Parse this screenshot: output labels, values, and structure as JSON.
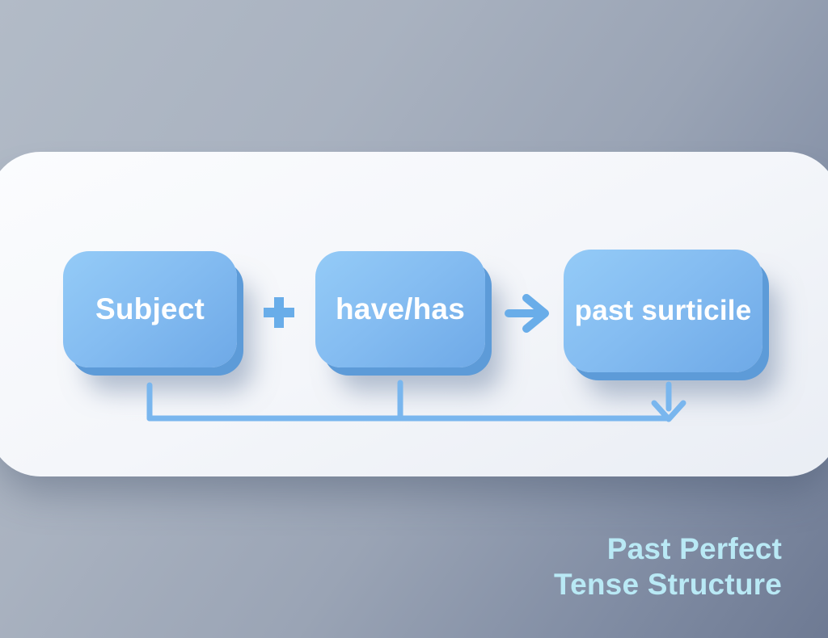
{
  "diagram": {
    "boxes": [
      {
        "id": "subject",
        "label": "Subject"
      },
      {
        "id": "auxiliary",
        "label": "have/has"
      },
      {
        "id": "participle",
        "label": "past surticile"
      }
    ],
    "operators": {
      "plus": "+",
      "arrow_right": "→",
      "arrow_down": "↓"
    },
    "caption": {
      "line1": "Past Perfect",
      "line2": "Tense Structure"
    }
  },
  "colors": {
    "background_top": "#AFB8C5",
    "background_bottom": "#6E7A93",
    "card": "#F6F8FB",
    "box_fill": "#84BCF1",
    "box_edge": "#5D9BD8",
    "box_text": "#FFFFFF",
    "connector": "#79B6EE",
    "operator_blue": "#69ADE9",
    "caption_text": "#B9E9F5"
  }
}
